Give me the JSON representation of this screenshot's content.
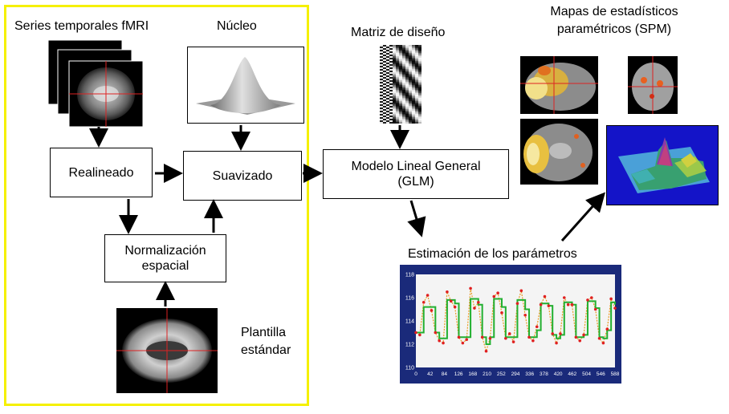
{
  "labels": {
    "series": "Series temporales fMRI",
    "nucleo": "Núcleo",
    "matriz": "Matriz de diseño",
    "mapas_line1": "Mapas de estadísticos",
    "mapas_line2": "paramétricos  (SPM)",
    "plantilla_line1": "Plantilla",
    "plantilla_line2": "estándar",
    "estimacion": "Estimación de los parámetros"
  },
  "boxes": {
    "realineado": "Realineado",
    "suavizado": "Suavizado",
    "normalizacion_line1": "Normalización",
    "normalizacion_line2": "espacial",
    "glm_line1": "Modelo Lineal General",
    "glm_line2": "(GLM)"
  },
  "chart_data": {
    "type": "line",
    "x_ticks": [
      "0",
      "42",
      "84",
      "126",
      "168",
      "210",
      "252",
      "294",
      "336",
      "378",
      "420",
      "462",
      "504",
      "546",
      "588"
    ],
    "y_ticks": [
      "110",
      "112",
      "114",
      "116",
      "118"
    ],
    "ylim": [
      110,
      118
    ],
    "xlim": [
      0,
      588
    ],
    "series": [
      {
        "values": [
          113.0,
          112.8,
          115.6,
          116.2,
          114.9,
          113.0,
          112.3,
          112.1,
          116.5,
          115.7,
          115.2,
          112.6,
          112.1,
          112.4,
          116.8,
          115.1,
          115.6,
          112.6,
          111.4,
          112.5,
          116.1,
          116.4,
          114.7,
          112.5,
          112.9,
          112.2,
          115.5,
          116.6,
          114.5,
          112.6,
          112.3,
          113.5,
          115.4,
          116.1,
          115.3,
          112.9,
          112.1,
          112.9,
          116.0,
          115.4,
          115.4,
          112.6,
          112.3,
          112.8,
          115.8,
          116.0,
          115.0,
          112.5,
          112.1,
          113.3,
          115.9,
          115.1
        ]
      },
      {
        "values": [
          113.0,
          113.0,
          115.2,
          115.2,
          115.2,
          113.0,
          112.5,
          112.5,
          115.8,
          115.8,
          115.5,
          112.6,
          112.6,
          112.6,
          115.9,
          115.9,
          115.4,
          112.6,
          112.0,
          112.6,
          115.9,
          115.9,
          115.2,
          112.6,
          112.6,
          112.6,
          115.8,
          115.8,
          115.0,
          112.6,
          112.6,
          113.2,
          115.5,
          115.5,
          115.3,
          112.8,
          112.5,
          112.8,
          115.6,
          115.6,
          115.4,
          112.6,
          112.6,
          112.8,
          115.7,
          115.7,
          115.1,
          112.6,
          112.5,
          113.2,
          115.6,
          115.4
        ]
      }
    ]
  }
}
